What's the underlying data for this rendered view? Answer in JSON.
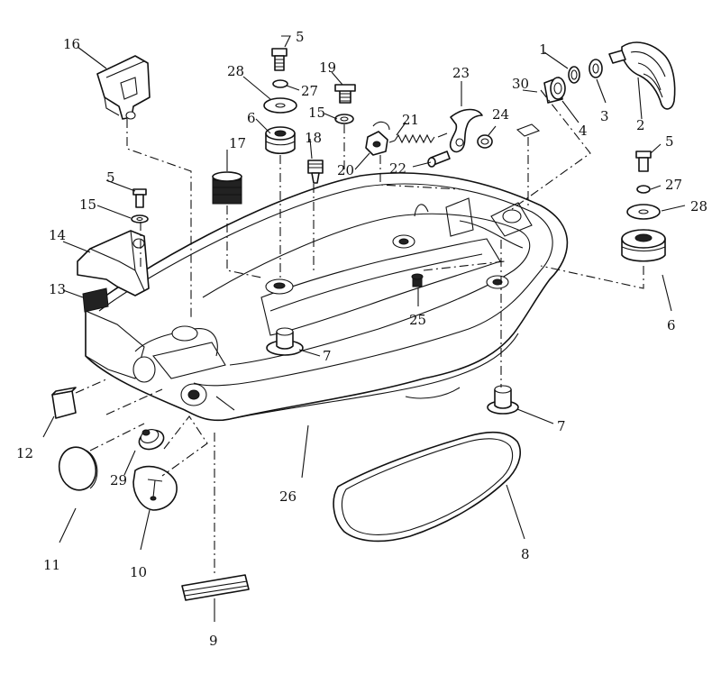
{
  "callouts": {
    "c1": "1",
    "c2": "2",
    "c3": "3",
    "c4": "4",
    "c5a": "5",
    "c5b": "5",
    "c5c": "5",
    "c6a": "6",
    "c6b": "6",
    "c7a": "7",
    "c7b": "7",
    "c8": "8",
    "c9": "9",
    "c10": "10",
    "c11": "11",
    "c12": "12",
    "c13": "13",
    "c14": "14",
    "c15a": "15",
    "c15b": "15",
    "c16": "16",
    "c17": "17",
    "c18": "18",
    "c19": "19",
    "c20": "20",
    "c21": "21",
    "c22": "22",
    "c23": "23",
    "c24": "24",
    "c25": "25",
    "c26": "26",
    "c27a": "27",
    "c27b": "27",
    "c28a": "28",
    "c28b": "28",
    "c29": "29",
    "c30": "30"
  }
}
